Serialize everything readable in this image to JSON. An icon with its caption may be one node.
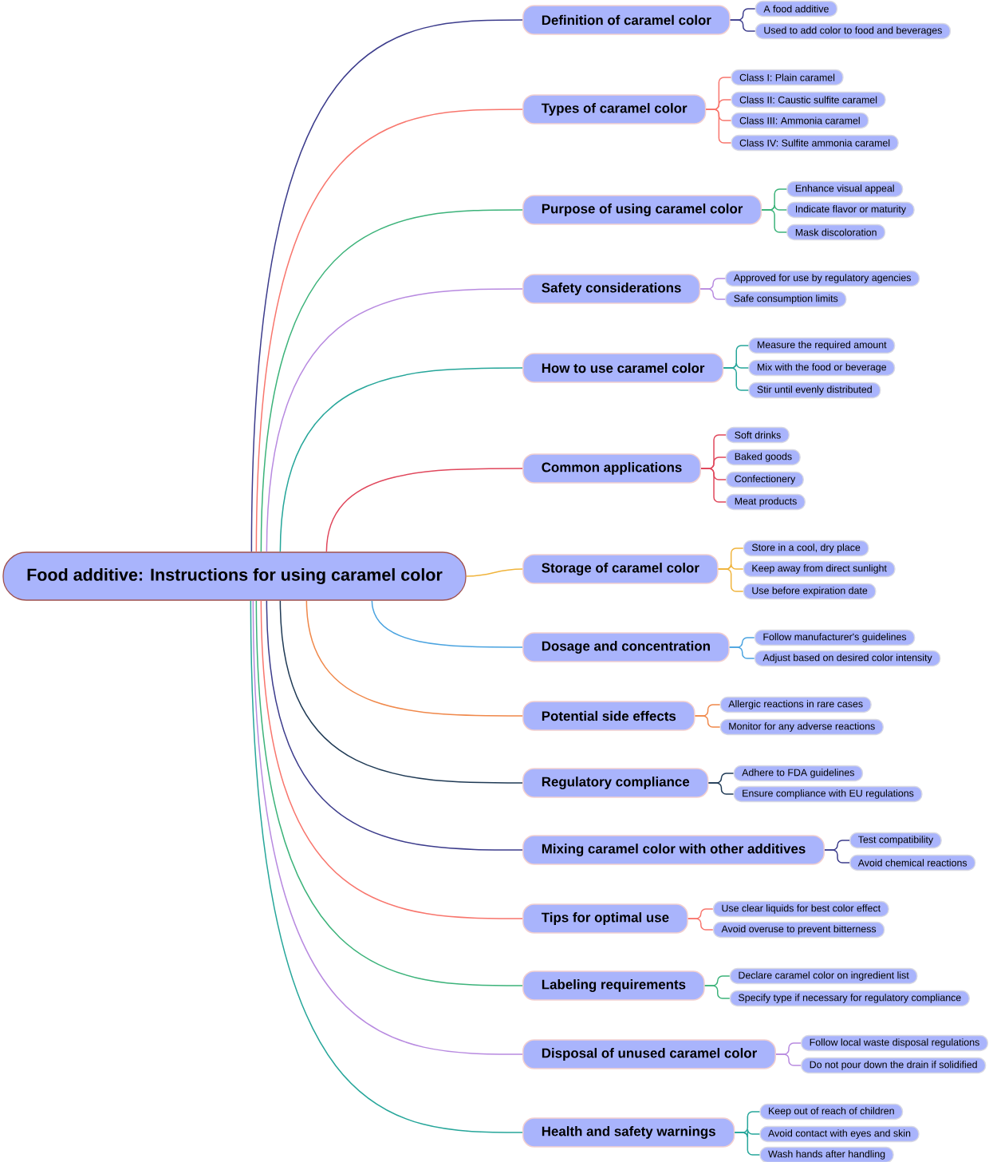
{
  "diagram": {
    "nodes": [
      {
        "text": [
          "Food additive: Instructions for using caramel color"
        ]
      },
      {
        "text": [
          "Definition of caramel color"
        ]
      },
      {
        "text": [
          "A food additive"
        ]
      },
      {
        "text": [
          "Used to add color to food and beverages"
        ]
      },
      {
        "text": [
          "Types of caramel color"
        ]
      },
      {
        "text": [
          "Class I: Plain caramel"
        ]
      },
      {
        "text": [
          "Class II: Caustic sulfite caramel"
        ]
      },
      {
        "text": [
          "Class III: Ammonia caramel"
        ]
      },
      {
        "text": [
          "Class IV: Sulfite ammonia caramel"
        ]
      },
      {
        "text": [
          "Purpose of using caramel color"
        ]
      },
      {
        "text": [
          "Enhance visual appeal"
        ]
      },
      {
        "text": [
          "Indicate flavor or maturity"
        ]
      },
      {
        "text": [
          "Mask discoloration"
        ]
      },
      {
        "text": [
          "Safety considerations"
        ]
      },
      {
        "text": [
          "Approved for use by regulatory agencies"
        ]
      },
      {
        "text": [
          "Safe consumption limits"
        ]
      },
      {
        "text": [
          "How to use caramel color"
        ]
      },
      {
        "text": [
          "Measure the required amount"
        ]
      },
      {
        "text": [
          "Mix with the food or beverage"
        ]
      },
      {
        "text": [
          "Stir until evenly distributed"
        ]
      },
      {
        "text": [
          "Common applications"
        ]
      },
      {
        "text": [
          "Soft drinks"
        ]
      },
      {
        "text": [
          "Baked goods"
        ]
      },
      {
        "text": [
          "Confectionery"
        ]
      },
      {
        "text": [
          "Meat products"
        ]
      },
      {
        "text": [
          "Storage of caramel color"
        ]
      },
      {
        "text": [
          "Store in a cool, dry place"
        ]
      },
      {
        "text": [
          "Keep away from direct sunlight"
        ]
      },
      {
        "text": [
          "Use before expiration date"
        ]
      },
      {
        "text": [
          "Dosage and concentration"
        ]
      },
      {
        "text": [
          "Follow manufacturer's guidelines"
        ]
      },
      {
        "text": [
          "Adjust based on desired color intensity"
        ]
      },
      {
        "text": [
          "Potential side effects"
        ]
      },
      {
        "text": [
          "Allergic reactions in rare cases"
        ]
      },
      {
        "text": [
          "Monitor for any adverse reactions"
        ]
      },
      {
        "text": [
          "Regulatory compliance"
        ]
      },
      {
        "text": [
          "Adhere to FDA guidelines"
        ]
      },
      {
        "text": [
          "Ensure compliance with EU regulations"
        ]
      },
      {
        "text": [
          "Mixing caramel color with other additives"
        ]
      },
      {
        "text": [
          "Test compatibility"
        ]
      },
      {
        "text": [
          "Avoid chemical reactions"
        ]
      },
      {
        "text": [
          "Tips for optimal use"
        ]
      },
      {
        "text": [
          "Use clear liquids for best color effect"
        ]
      },
      {
        "text": [
          "Avoid overuse to prevent bitterness"
        ]
      },
      {
        "text": [
          "Labeling requirements"
        ]
      },
      {
        "text": [
          "Declare caramel color on ingredient list"
        ]
      },
      {
        "text": [
          "Specify type if necessary for regulatory compliance"
        ]
      },
      {
        "text": [
          "Disposal of unused caramel color"
        ]
      },
      {
        "text": [
          "Follow local waste disposal regulations"
        ]
      },
      {
        "text": [
          "Do not pour down the drain if solidified"
        ]
      },
      {
        "text": [
          "Health and safety warnings"
        ]
      },
      {
        "text": [
          "Keep out of reach of children"
        ]
      },
      {
        "text": [
          "Avoid contact with eyes and skin"
        ]
      },
      {
        "text": [
          "Wash hands after handling"
        ]
      }
    ],
    "edges": [
      {
        "from": 0,
        "to": 1,
        "arrow": "none",
        "color": "#3c3c8c"
      },
      {
        "from": 1,
        "to": 2,
        "arrow": "none",
        "color": "#3c3c8c"
      },
      {
        "from": 1,
        "to": 3,
        "arrow": "none",
        "color": "#3c3c8c"
      },
      {
        "from": 0,
        "to": 4,
        "arrow": "none",
        "color": "#f8766d"
      },
      {
        "from": 4,
        "to": 5,
        "arrow": "none",
        "color": "#f8766d"
      },
      {
        "from": 4,
        "to": 6,
        "arrow": "none",
        "color": "#f8766d"
      },
      {
        "from": 4,
        "to": 7,
        "arrow": "none",
        "color": "#f8766d"
      },
      {
        "from": 4,
        "to": 8,
        "arrow": "none",
        "color": "#f8766d"
      },
      {
        "from": 0,
        "to": 9,
        "arrow": "none",
        "color": "#3cb37a"
      },
      {
        "from": 9,
        "to": 10,
        "arrow": "none",
        "color": "#3cb37a"
      },
      {
        "from": 9,
        "to": 11,
        "arrow": "none",
        "color": "#3cb37a"
      },
      {
        "from": 9,
        "to": 12,
        "arrow": "none",
        "color": "#3cb37a"
      },
      {
        "from": 0,
        "to": 13,
        "arrow": "none",
        "color": "#b88ae0"
      },
      {
        "from": 13,
        "to": 14,
        "arrow": "none",
        "color": "#b88ae0"
      },
      {
        "from": 13,
        "to": 15,
        "arrow": "none",
        "color": "#b88ae0"
      },
      {
        "from": 0,
        "to": 16,
        "arrow": "none",
        "color": "#26a69a"
      },
      {
        "from": 16,
        "to": 17,
        "arrow": "none",
        "color": "#26a69a"
      },
      {
        "from": 16,
        "to": 18,
        "arrow": "none",
        "color": "#26a69a"
      },
      {
        "from": 16,
        "to": 19,
        "arrow": "none",
        "color": "#26a69a"
      },
      {
        "from": 0,
        "to": 20,
        "arrow": "none",
        "color": "#e0475c"
      },
      {
        "from": 20,
        "to": 21,
        "arrow": "none",
        "color": "#e0475c"
      },
      {
        "from": 20,
        "to": 22,
        "arrow": "none",
        "color": "#e0475c"
      },
      {
        "from": 20,
        "to": 23,
        "arrow": "none",
        "color": "#e0475c"
      },
      {
        "from": 20,
        "to": 24,
        "arrow": "none",
        "color": "#e0475c"
      },
      {
        "from": 0,
        "to": 25,
        "arrow": "none",
        "color": "#f0b43c"
      },
      {
        "from": 25,
        "to": 26,
        "arrow": "none",
        "color": "#f0b43c"
      },
      {
        "from": 25,
        "to": 27,
        "arrow": "none",
        "color": "#f0b43c"
      },
      {
        "from": 25,
        "to": 28,
        "arrow": "none",
        "color": "#f0b43c"
      },
      {
        "from": 0,
        "to": 29,
        "arrow": "none",
        "color": "#4aa3e0"
      },
      {
        "from": 29,
        "to": 30,
        "arrow": "none",
        "color": "#4aa3e0"
      },
      {
        "from": 29,
        "to": 31,
        "arrow": "none",
        "color": "#4aa3e0"
      },
      {
        "from": 0,
        "to": 32,
        "arrow": "none",
        "color": "#f0884a"
      },
      {
        "from": 32,
        "to": 33,
        "arrow": "none",
        "color": "#f0884a"
      },
      {
        "from": 32,
        "to": 34,
        "arrow": "none",
        "color": "#f0884a"
      },
      {
        "from": 0,
        "to": 35,
        "arrow": "none",
        "color": "#1f3a55"
      },
      {
        "from": 35,
        "to": 36,
        "arrow": "none",
        "color": "#1f3a55"
      },
      {
        "from": 35,
        "to": 37,
        "arrow": "none",
        "color": "#1f3a55"
      },
      {
        "from": 0,
        "to": 38,
        "arrow": "none",
        "color": "#3c3c8c"
      },
      {
        "from": 38,
        "to": 39,
        "arrow": "none",
        "color": "#3c3c8c"
      },
      {
        "from": 38,
        "to": 40,
        "arrow": "none",
        "color": "#3c3c8c"
      },
      {
        "from": 0,
        "to": 41,
        "arrow": "none",
        "color": "#f8766d"
      },
      {
        "from": 41,
        "to": 42,
        "arrow": "none",
        "color": "#f8766d"
      },
      {
        "from": 41,
        "to": 43,
        "arrow": "none",
        "color": "#f8766d"
      },
      {
        "from": 0,
        "to": 44,
        "arrow": "none",
        "color": "#3cb37a"
      },
      {
        "from": 44,
        "to": 45,
        "arrow": "none",
        "color": "#3cb37a"
      },
      {
        "from": 44,
        "to": 46,
        "arrow": "none",
        "color": "#3cb37a"
      },
      {
        "from": 0,
        "to": 47,
        "arrow": "none",
        "color": "#b88ae0"
      },
      {
        "from": 47,
        "to": 48,
        "arrow": "none",
        "color": "#b88ae0"
      },
      {
        "from": 47,
        "to": 49,
        "arrow": "none",
        "color": "#b88ae0"
      },
      {
        "from": 0,
        "to": 50,
        "arrow": "none",
        "color": "#26a69a"
      },
      {
        "from": 50,
        "to": 51,
        "arrow": "none",
        "color": "#26a69a"
      },
      {
        "from": 50,
        "to": 52,
        "arrow": "none",
        "color": "#26a69a"
      },
      {
        "from": 50,
        "to": 53,
        "arrow": "none",
        "color": "#26a69a"
      }
    ]
  }
}
